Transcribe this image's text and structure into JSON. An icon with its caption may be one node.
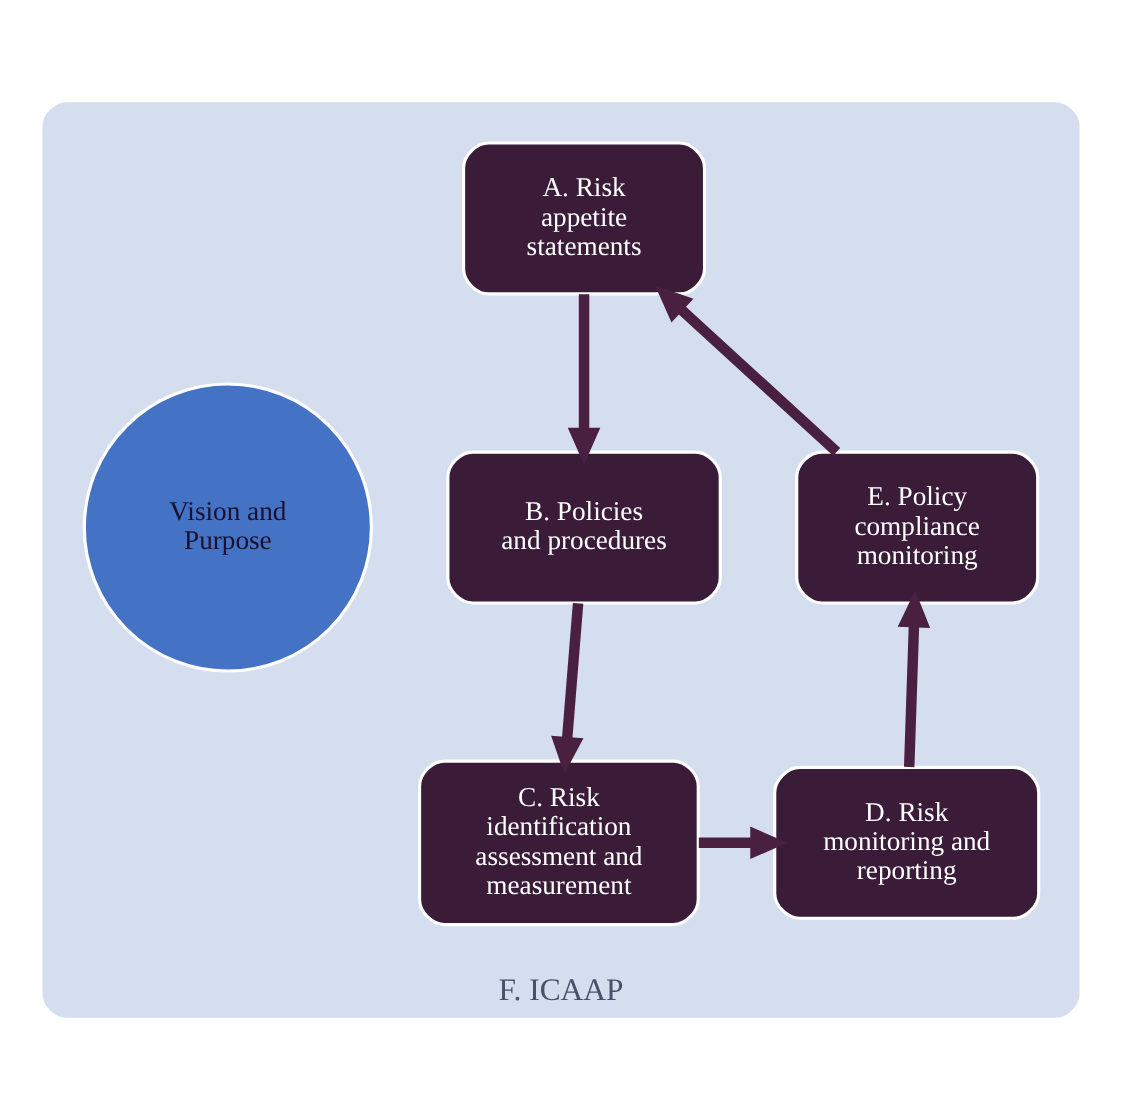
{
  "diagram": {
    "nodes": [
      {
        "text": [
          "F. ICAAP"
        ]
      },
      {
        "text": [
          "A. Risk appetite statements"
        ],
        "in": 0
      },
      {
        "text": [
          "B. Policies and procedures"
        ],
        "in": 0
      },
      {
        "text": [
          "C. Risk identification assessment and measurement"
        ],
        "in": 0
      },
      {
        "text": [
          "D. Risk monitoring and reporting"
        ],
        "in": 0
      },
      {
        "text": [
          "E. Policy compliance monitoring"
        ],
        "in": 0
      },
      {
        "text": [
          "Vision and Purpose"
        ],
        "in": 0
      }
    ],
    "edges": [
      {
        "from": 1,
        "to": 2,
        "arrow": "to"
      },
      {
        "from": 2,
        "to": 3,
        "arrow": "to"
      },
      {
        "from": 3,
        "to": 4,
        "arrow": "to"
      },
      {
        "from": 4,
        "to": 5,
        "arrow": "to"
      },
      {
        "from": 5,
        "to": 1,
        "arrow": "to"
      }
    ]
  }
}
